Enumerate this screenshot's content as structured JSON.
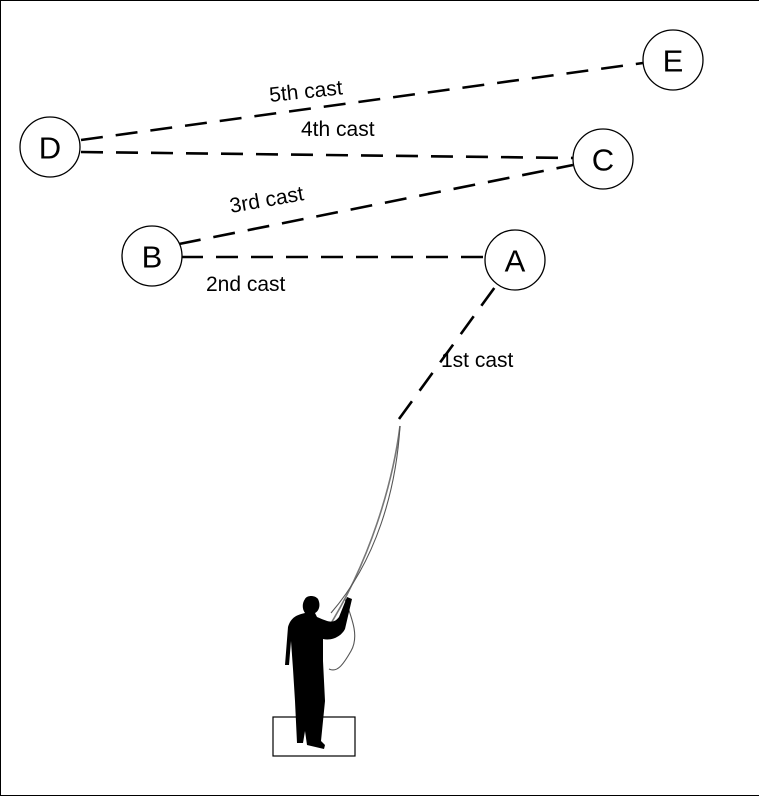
{
  "diagram": {
    "nodes": [
      {
        "id": "A",
        "label": "A"
      },
      {
        "id": "B",
        "label": "B"
      },
      {
        "id": "C",
        "label": "C"
      },
      {
        "id": "D",
        "label": "D"
      },
      {
        "id": "E",
        "label": "E"
      }
    ],
    "casts": [
      {
        "label": "1st cast",
        "to": "A"
      },
      {
        "label": "2nd cast",
        "from": "A",
        "to": "B"
      },
      {
        "label": "3rd cast",
        "from": "B",
        "to": "C"
      },
      {
        "label": "4th cast",
        "from": "C",
        "to": "D"
      },
      {
        "label": "5th cast",
        "from": "D",
        "to": "E"
      }
    ],
    "colors": {
      "line": "#000000",
      "background": "#ffffff",
      "rod": "#777777"
    },
    "icons": {
      "angler": "angler-silhouette-icon",
      "rod": "fishing-rod-icon"
    }
  }
}
